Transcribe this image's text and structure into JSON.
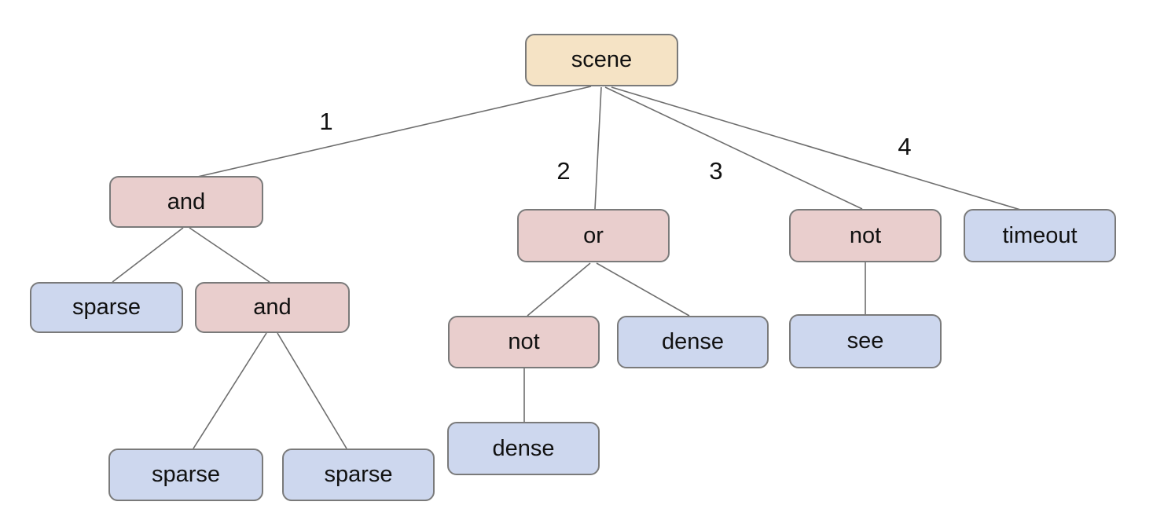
{
  "colors": {
    "root_fill": "#f5e3c5",
    "operator_fill": "#e9cecd",
    "leaf_fill": "#cdd7ee",
    "node_border": "#7a7a7a",
    "edge_stroke": "#6e6e6e",
    "text_color": "#111111"
  },
  "nodes": [
    {
      "id": "scene",
      "label": "scene",
      "kind": "root"
    },
    {
      "id": "and-1",
      "label": "and",
      "kind": "operator"
    },
    {
      "id": "or-1",
      "label": "or",
      "kind": "operator"
    },
    {
      "id": "not-2",
      "label": "not",
      "kind": "operator"
    },
    {
      "id": "timeout",
      "label": "timeout",
      "kind": "leaf"
    },
    {
      "id": "sparse-1",
      "label": "sparse",
      "kind": "leaf"
    },
    {
      "id": "and-2",
      "label": "and",
      "kind": "operator"
    },
    {
      "id": "not-1",
      "label": "not",
      "kind": "operator"
    },
    {
      "id": "dense-1",
      "label": "dense",
      "kind": "leaf"
    },
    {
      "id": "see",
      "label": "see",
      "kind": "leaf"
    },
    {
      "id": "sparse-2",
      "label": "sparse",
      "kind": "leaf"
    },
    {
      "id": "sparse-3",
      "label": "sparse",
      "kind": "leaf"
    },
    {
      "id": "dense-2",
      "label": "dense",
      "kind": "leaf"
    }
  ],
  "edge_labels": [
    "1",
    "2",
    "3",
    "4"
  ],
  "tree": {
    "label": "scene",
    "children": [
      {
        "edge": "1",
        "label": "and",
        "children": [
          {
            "label": "sparse"
          },
          {
            "label": "and",
            "children": [
              {
                "label": "sparse"
              },
              {
                "label": "sparse"
              }
            ]
          }
        ]
      },
      {
        "edge": "2",
        "label": "or",
        "children": [
          {
            "label": "not",
            "children": [
              {
                "label": "dense"
              }
            ]
          },
          {
            "label": "dense"
          }
        ]
      },
      {
        "edge": "3",
        "label": "not",
        "children": [
          {
            "label": "see"
          }
        ]
      },
      {
        "edge": "4",
        "label": "timeout"
      }
    ]
  }
}
